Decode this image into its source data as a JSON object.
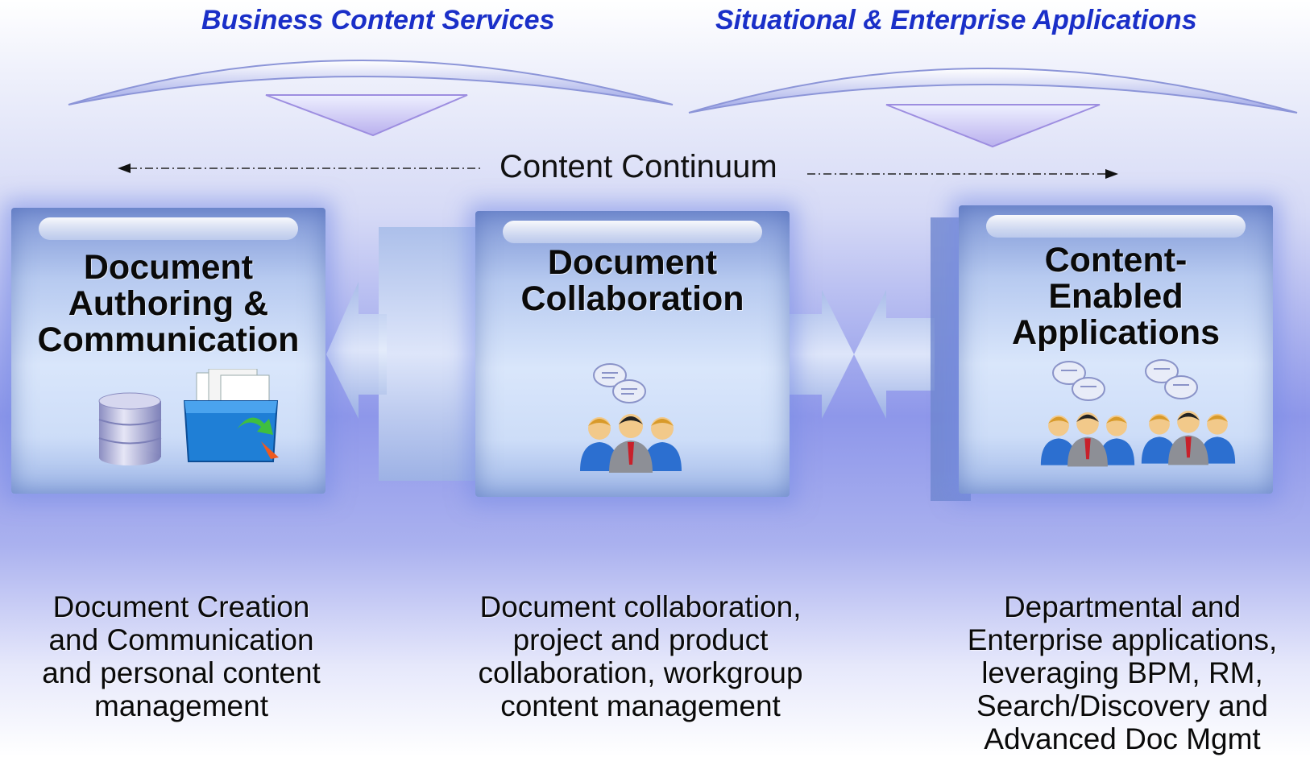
{
  "header": {
    "left_title": "Business Content Services",
    "right_title": "Situational & Enterprise Applications"
  },
  "continuum": {
    "label": "Content Continuum"
  },
  "stages": [
    {
      "title_lines": [
        "Document",
        "Authoring &",
        "Communication"
      ],
      "description_lines": [
        "Document Creation",
        "and Communication",
        "and personal content",
        "management"
      ],
      "icons": [
        "database-icon",
        "file-folder-icon"
      ]
    },
    {
      "title_lines": [
        "Document",
        "Collaboration"
      ],
      "description_lines": [
        "Document collaboration,",
        "project and product",
        "collaboration, workgroup",
        "content management"
      ],
      "icons": [
        "people-group-icon",
        "chat-bubbles-icon"
      ]
    },
    {
      "title_lines": [
        "Content-",
        "Enabled",
        "Applications"
      ],
      "description_lines": [
        "Departmental and",
        "Enterprise applications,",
        "leveraging BPM, RM,",
        "Search/Discovery and",
        "Advanced Doc Mgmt"
      ],
      "icons": [
        "people-group-icon",
        "people-group-icon",
        "chat-bubbles-icon"
      ]
    }
  ],
  "colors": {
    "header_text": "#1a2fc8",
    "box_fill": "#cdddf8",
    "background_mid": "#8e97ea"
  }
}
